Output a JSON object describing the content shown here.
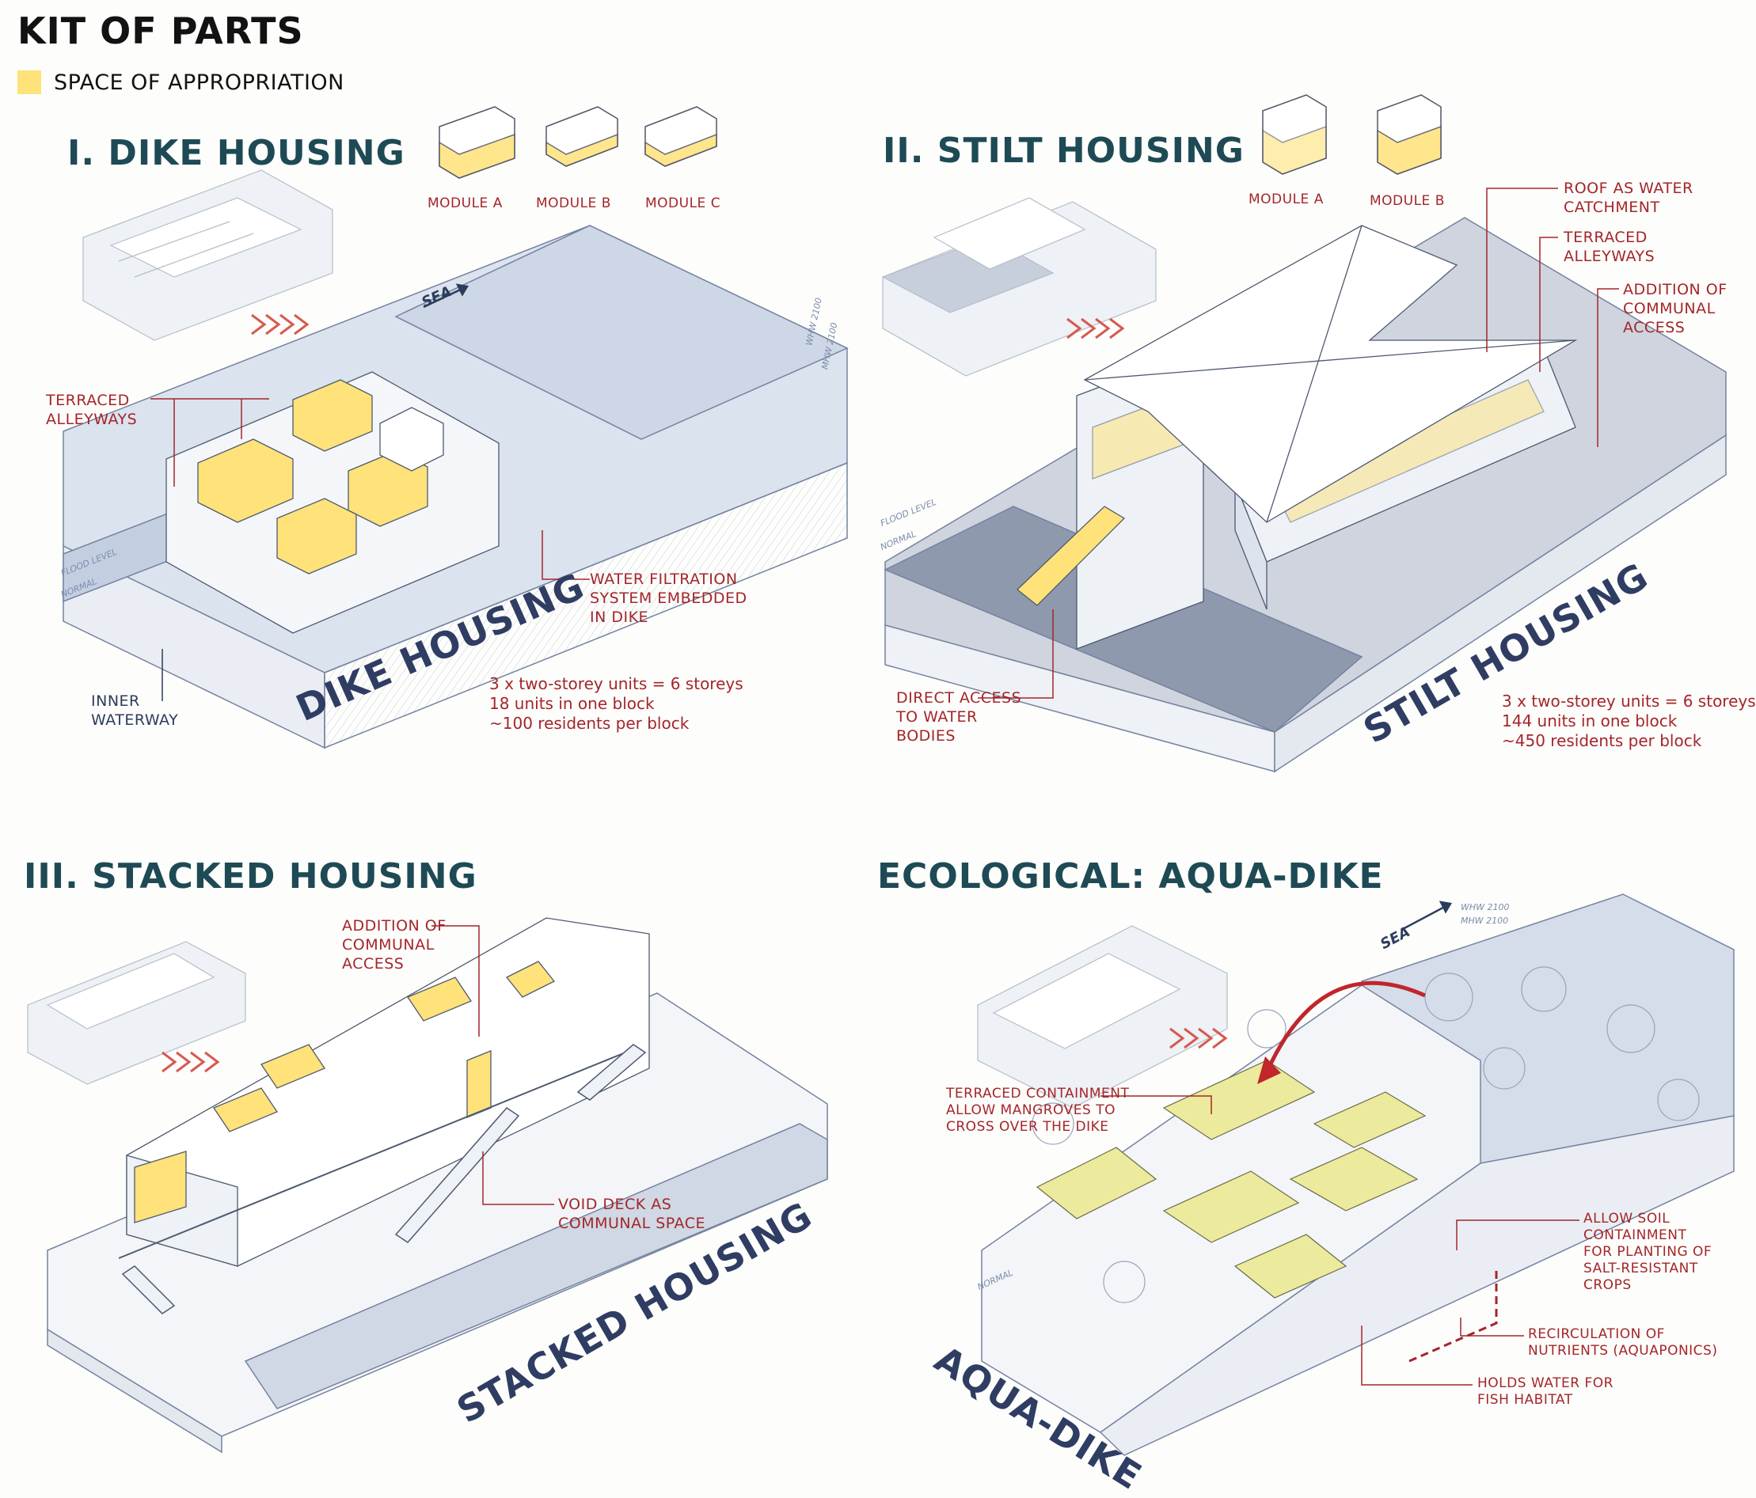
{
  "header": {
    "title": "KIT OF PARTS",
    "legend_label": "SPACE OF APPROPRIATION"
  },
  "colors": {
    "appropriation_yellow": "#ffe27a",
    "heading_teal": "#1e4a55",
    "callout_red": "#a3262a",
    "label_navy": "#2f3d63",
    "slab_blue": "#dbe3ee"
  },
  "panel_dike": {
    "heading": "I. DIKE HOUSING",
    "modules": [
      "MODULE A",
      "MODULE B",
      "MODULE C"
    ],
    "sea_label": "SEA",
    "edge_whw": "WHW 2100",
    "edge_mhw": "MHW 2100",
    "flood_level": "FLOOD LEVEL",
    "normal": "NORMAL",
    "callout_terraced": [
      "TERRACED",
      "ALLEYWAYS"
    ],
    "callout_filtration": [
      "WATER FILTRATION",
      "SYSTEM EMBEDDED",
      "IN DIKE"
    ],
    "callout_waterway": [
      "INNER",
      "WATERWAY"
    ],
    "label": "DIKE HOUSING",
    "stats": [
      "3 x two-storey units = 6 storeys",
      "18 units in one block",
      "~100 residents per block"
    ]
  },
  "panel_stilt": {
    "heading": "II. STILT HOUSING",
    "modules": [
      "MODULE A",
      "MODULE B"
    ],
    "flood_level": "FLOOD LEVEL",
    "normal": "NORMAL",
    "callout_roof": [
      "ROOF AS  WATER",
      "CATCHMENT"
    ],
    "callout_terraced": [
      "TERRACED",
      "ALLEYWAYS"
    ],
    "callout_communal": [
      "ADDITION OF",
      "COMMUNAL",
      "ACCESS"
    ],
    "callout_direct": [
      "DIRECT ACCESS",
      "TO WATER",
      "BODIES"
    ],
    "label": "STILT HOUSING",
    "stats": [
      "3 x two-storey units = 6 storeys",
      "144 units in one block",
      "~450 residents per block"
    ]
  },
  "panel_stacked": {
    "heading": "III. STACKED HOUSING",
    "callout_communal": [
      "ADDITION OF",
      "COMMUNAL",
      "ACCESS"
    ],
    "callout_void": [
      "VOID DECK AS",
      "COMMUNAL SPACE"
    ],
    "label": "STACKED HOUSING"
  },
  "panel_aqua": {
    "heading": "ECOLOGICAL: AQUA-DIKE",
    "sea_label": "SEA",
    "edge_whw": "WHW 2100",
    "edge_mhw": "MHW 2100",
    "normal": "NORMAL",
    "callout_terraced": [
      "TERRACED CONTAINMENT",
      "ALLOW MANGROVES TO",
      "CROSS OVER THE DIKE"
    ],
    "callout_soil": [
      "ALLOW SOIL",
      "CONTAINMENT",
      "FOR PLANTING OF",
      "SALT-RESISTANT",
      "CROPS"
    ],
    "callout_recirc": [
      "RECIRCULATION OF",
      "NUTRIENTS (AQUAPONICS)"
    ],
    "callout_fish": [
      "HOLDS WATER FOR",
      "FISH HABITAT"
    ],
    "label": "AQUA-DIKE"
  }
}
